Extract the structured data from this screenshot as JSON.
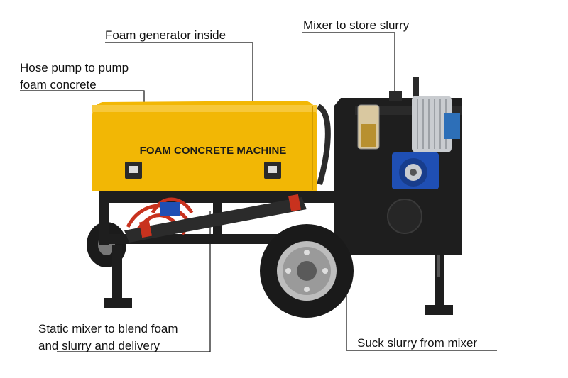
{
  "annotations": {
    "foam_generator": "Foam generator inside",
    "mixer_store": "Mixer to store slurry",
    "hose_pump_line1": "Hose pump to pump",
    "hose_pump_line2": "foam concrete",
    "static_mixer_line1": "Static mixer to blend foam",
    "static_mixer_line2": "and slurry and delivery",
    "suck_slurry": "Suck slurry from mixer"
  },
  "machine": {
    "body_text": "FOAM CONCRETE MACHINE"
  },
  "colors": {
    "body_yellow": "#f2b705",
    "frame_black": "#1e1e1e",
    "hose_red": "#c8321e",
    "motor_blue": "#1f4fb4",
    "motor_silver": "#c9ccd0"
  }
}
